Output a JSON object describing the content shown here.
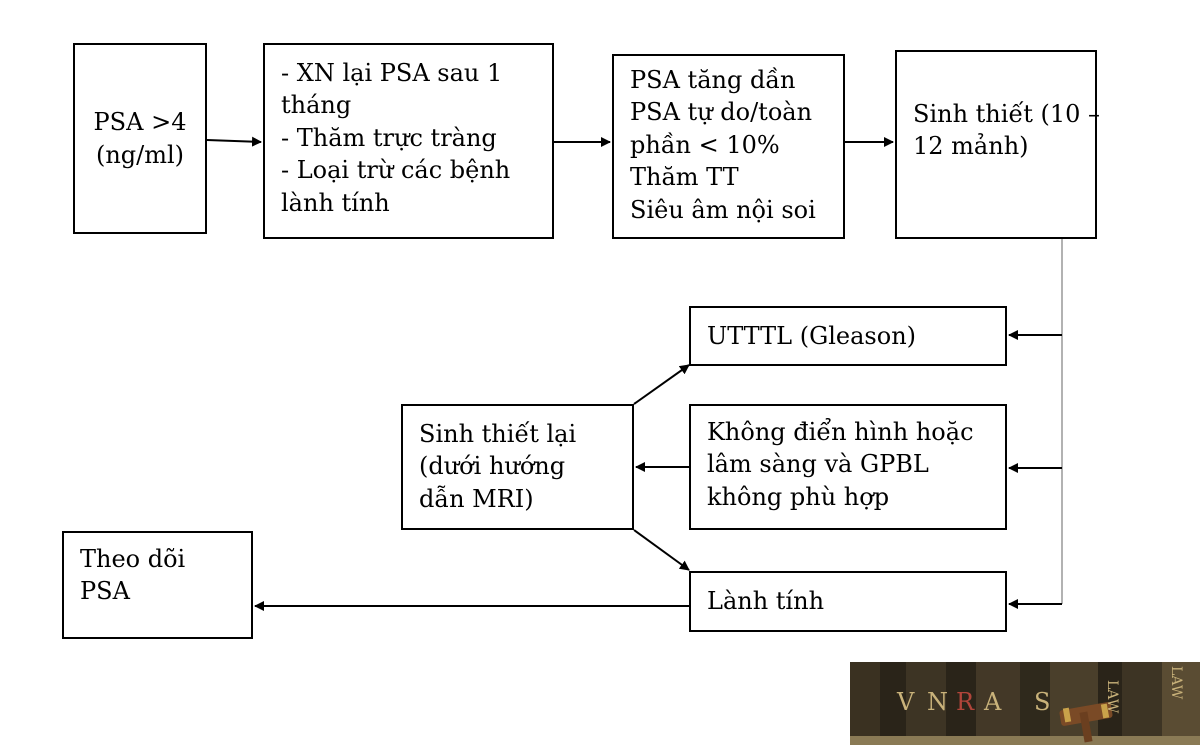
{
  "diagram": {
    "box_psa": [
      "PSA >4",
      "(ng/ml)"
    ],
    "box_xn": [
      "- XN lại PSA sau 1",
      "tháng",
      "- Thăm trực tràng",
      "- Loại trừ các bệnh",
      "lành tính"
    ],
    "box_psa_tang": [
      "PSA tăng dần",
      "PSA tự do/toàn",
      "phần < 10%",
      "Thăm TT",
      "Siêu âm nội soi"
    ],
    "box_sinh_thiet": [
      "Sinh thiết (10 –",
      "12 mảnh)"
    ],
    "box_utttl": [
      "UTTTL (Gleason)"
    ],
    "box_khong_dien_hinh": [
      "Không điển hình hoặc",
      "lâm sàng và GPBL",
      "không phù hợp"
    ],
    "box_sinh_thiet_lai": [
      "Sinh thiết lại",
      "(dưới hướng",
      "dẫn MRI)"
    ],
    "box_lanh_tinh": [
      "Lành tính"
    ],
    "box_theo_doi": [
      "Theo dõi",
      "PSA"
    ]
  },
  "logo": {
    "letters": [
      "V",
      "N",
      "R",
      "A",
      "S"
    ],
    "side_text": "LAW",
    "colors": {
      "dark": "#2a2419",
      "gold": "#c9b27a",
      "red": "#b0453a",
      "wood": "#7a4a26"
    }
  }
}
